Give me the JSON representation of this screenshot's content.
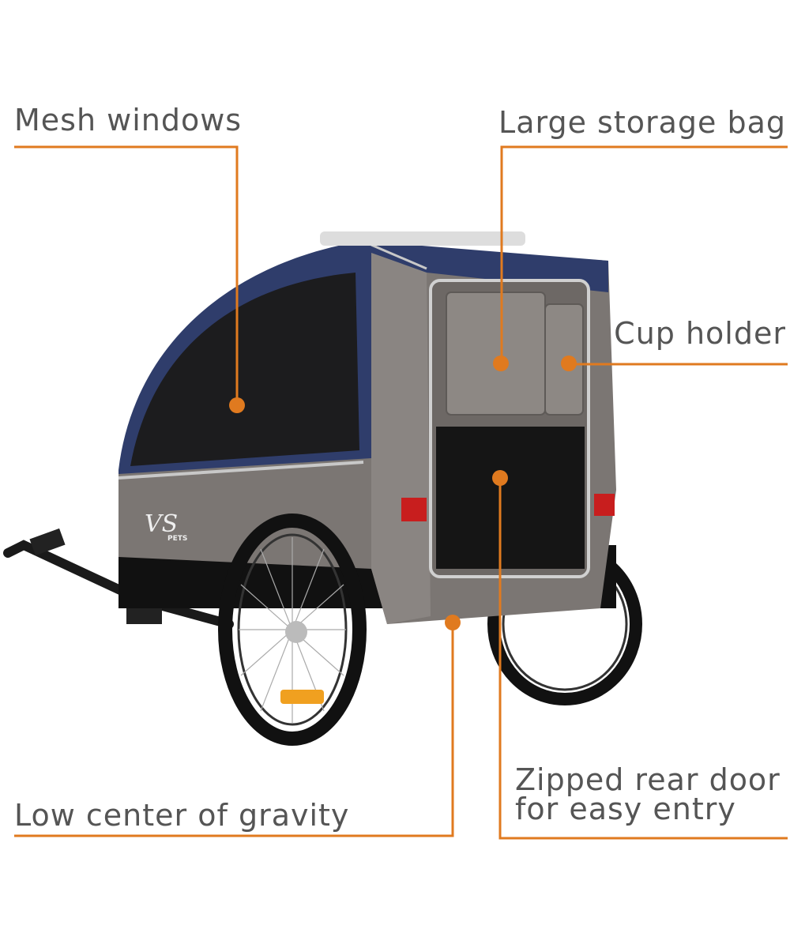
{
  "callouts": {
    "mesh_windows": "Mesh windows",
    "storage_bag": "Large storage bag",
    "cup_holder": "Cup holder",
    "rear_door_line1": "Zipped rear door",
    "rear_door_line2": "for easy entry",
    "low_gravity": "Low center of gravity"
  },
  "brand_logo": {
    "text": "VS",
    "sub": "PETS"
  },
  "colors": {
    "accent": "#e07a1f",
    "text": "#555555",
    "canopy": "#2f3d6b",
    "body": "#7b7673"
  }
}
